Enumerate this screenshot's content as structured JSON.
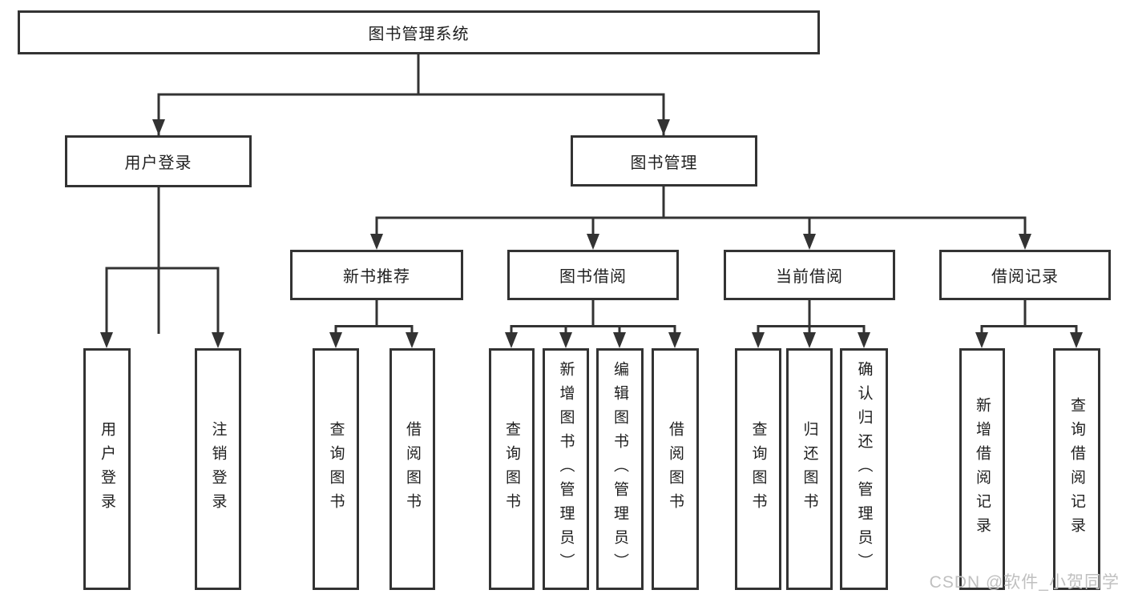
{
  "tree": {
    "root": "图书管理系统",
    "branches": [
      {
        "label": "用户登录",
        "children": [
          {
            "label": "用户登录"
          },
          {
            "label": "注销登录"
          }
        ]
      },
      {
        "label": "图书管理",
        "children": [
          {
            "label": "新书推荐",
            "children": [
              {
                "label": "查询图书"
              },
              {
                "label": "借阅图书"
              }
            ]
          },
          {
            "label": "图书借阅",
            "children": [
              {
                "label": "查询图书"
              },
              {
                "label": "新增图书（管理员）"
              },
              {
                "label": "编辑图书（管理员）"
              },
              {
                "label": "借阅图书"
              }
            ]
          },
          {
            "label": "当前借阅",
            "children": [
              {
                "label": "查询图书"
              },
              {
                "label": "归还图书"
              },
              {
                "label": "确认归还（管理员）"
              }
            ]
          },
          {
            "label": "借阅记录",
            "children": [
              {
                "label": "新增借阅记录"
              },
              {
                "label": "查询借阅记录"
              }
            ]
          }
        ]
      }
    ]
  },
  "colors": {
    "line": "#333333",
    "text": "#1f1f1f",
    "watermark": "#c0c0c0"
  },
  "watermark": "CSDN @软件_小贺同学"
}
